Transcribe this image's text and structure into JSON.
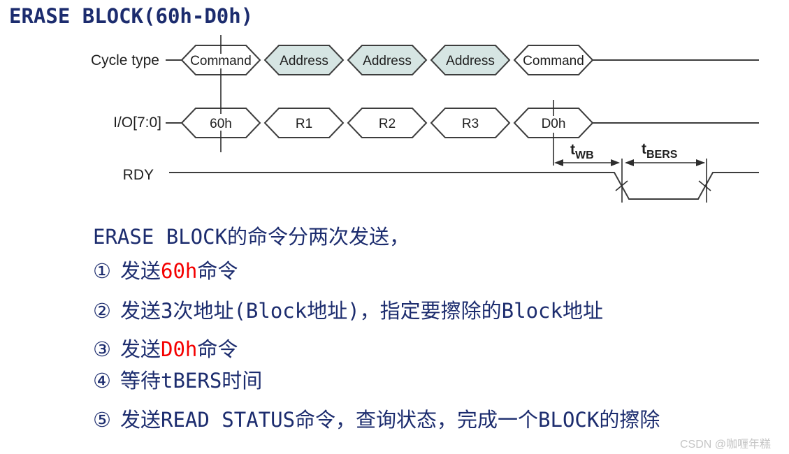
{
  "title": "ERASE BLOCK(60h-D0h)",
  "colors": {
    "navy_text": "#1c2c6e",
    "red_text": "#f40000",
    "address_fill": "#d6e5e3",
    "command_fill": "#ffffff",
    "line_color": "#3d3d3d",
    "watermark_gray": "#c5c5c5"
  },
  "diagram": {
    "row_labels": {
      "cycle": "Cycle type",
      "io": "I/O[7:0]",
      "rdy": "RDY"
    },
    "cycle_cells": [
      {
        "label": "Command",
        "fill": "#ffffff"
      },
      {
        "label": "Address",
        "fill": "#d6e5e3"
      },
      {
        "label": "Address",
        "fill": "#d6e5e3"
      },
      {
        "label": "Address",
        "fill": "#d6e5e3"
      },
      {
        "label": "Command",
        "fill": "#ffffff"
      }
    ],
    "io_cells": [
      {
        "label": "60h",
        "fill": "#ffffff"
      },
      {
        "label": "R1",
        "fill": "#ffffff"
      },
      {
        "label": "R2",
        "fill": "#ffffff"
      },
      {
        "label": "R3",
        "fill": "#ffffff"
      },
      {
        "label": "D0h",
        "fill": "#ffffff"
      }
    ],
    "timing": {
      "twb": {
        "base": "t",
        "sub": "WB"
      },
      "tbers": {
        "base": "t",
        "sub": "BERS"
      }
    }
  },
  "body": {
    "intro": "ERASE BLOCK的命令分两次发送，",
    "steps": [
      {
        "num": "①",
        "pre": "发送",
        "red": "60h",
        "post": "命令"
      },
      {
        "num": "②",
        "pre": "发送3次地址(Block地址)，指定要擦除的Block地址",
        "red": "",
        "post": ""
      },
      {
        "num": "③",
        "pre": "发送",
        "red": "D0h",
        "post": "命令"
      },
      {
        "num": "④",
        "pre": "等待tBERS时间",
        "red": "",
        "post": ""
      },
      {
        "num": "⑤",
        "pre": "发送READ STATUS命令，查询状态，完成一个BLOCK的擦除",
        "red": "",
        "post": ""
      }
    ]
  },
  "watermark": "CSDN @咖喱年糕"
}
